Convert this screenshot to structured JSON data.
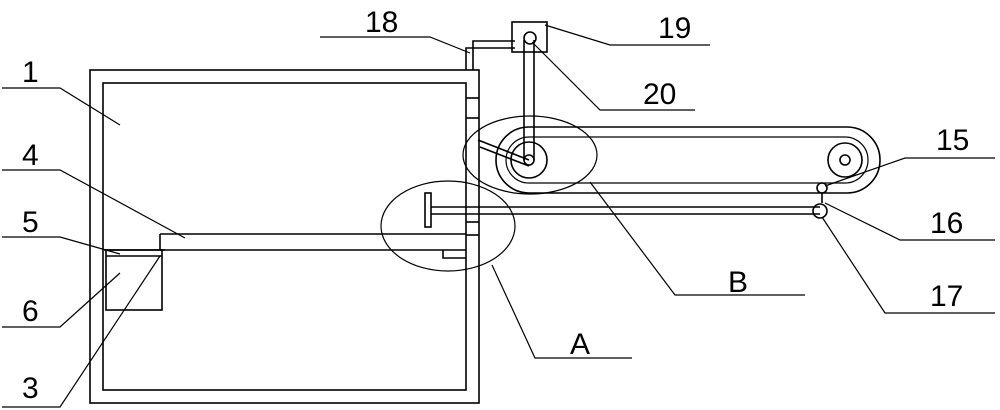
{
  "labels": {
    "l1": "1",
    "l3": "3",
    "l4": "4",
    "l5": "5",
    "l6": "6",
    "l15": "15",
    "l16": "16",
    "l17": "17",
    "l18": "18",
    "l19": "19",
    "l20": "20",
    "lA": "A",
    "lB": "B"
  }
}
